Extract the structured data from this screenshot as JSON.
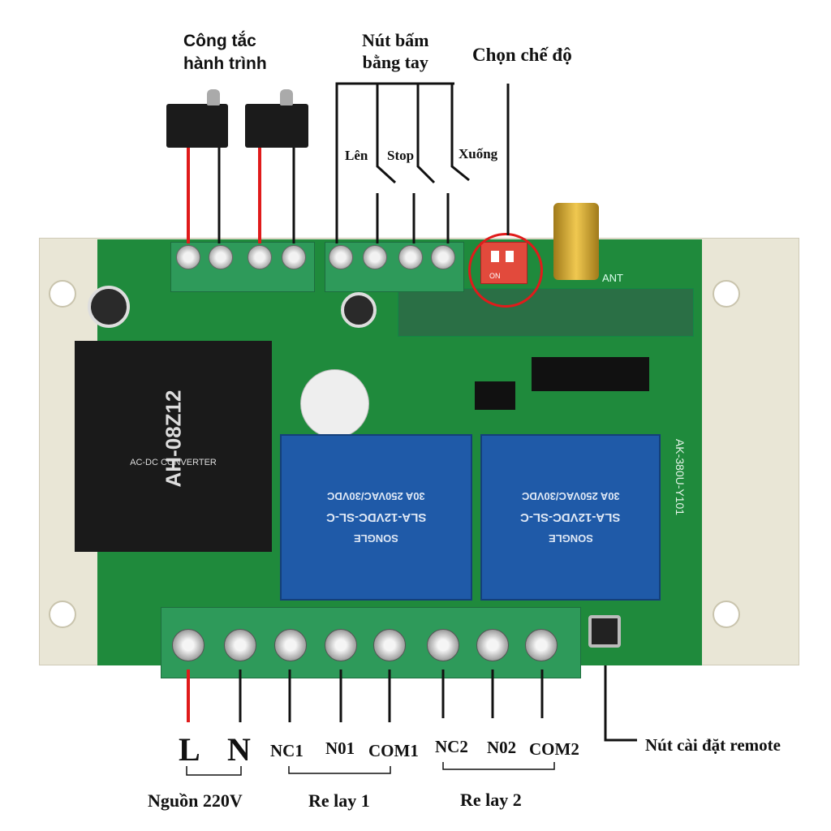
{
  "labels": {
    "limit_switch": [
      "Công tắc",
      "hành trình"
    ],
    "manual_buttons": [
      "Nút bấm",
      "bằng tay"
    ],
    "mode_select": "Chọn chế độ",
    "button_up": "Lên",
    "button_stop": "Stop",
    "button_down": "Xuống",
    "terminal_L": "L",
    "terminal_N": "N",
    "nc1": "NC1",
    "no1": "N01",
    "com1": "COM1",
    "nc2": "NC2",
    "no2": "N02",
    "com2": "COM2",
    "power": "Nguồn 220V",
    "relay1": "Re lay 1",
    "relay2": "Re lay 2",
    "remote_button": "Nút cài đặt remote"
  },
  "board": {
    "module_model": "AH-08Z12",
    "module_type": "AC-DC CONVERTER",
    "relay_model": "SLA-12VDC-SL-C",
    "relay_brand": "SONGLE",
    "relay_rating": "30A 250VAC/30VDC",
    "board_model": "AK-380U-Y101",
    "antenna_label": "ANT",
    "dip_label": "ON"
  },
  "colors": {
    "pcb": "#1f8a3c",
    "relay": "#1f5aa8",
    "live_wire": "#e01b1b",
    "highlight": "#e01b1b"
  }
}
